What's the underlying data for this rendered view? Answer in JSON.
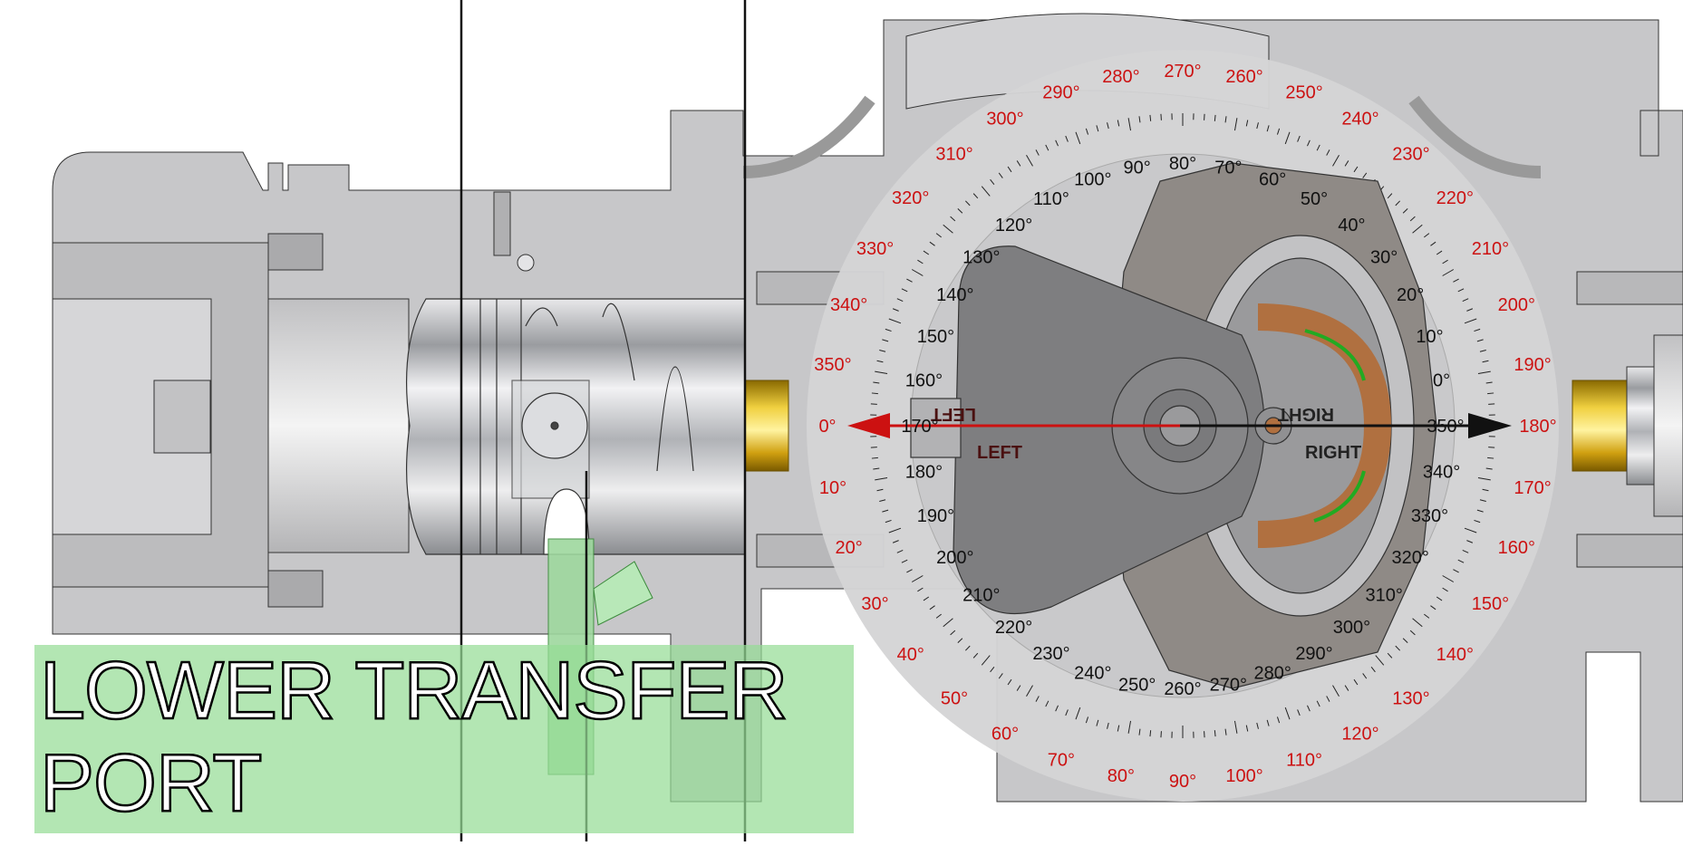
{
  "caption": {
    "line1": "LOWER TRANSFER",
    "line2": "PORT"
  },
  "dial": {
    "outer_labels": [
      "0°",
      "10°",
      "20°",
      "30°",
      "40°",
      "50°",
      "60°",
      "70°",
      "80°",
      "90°",
      "100°",
      "110°",
      "120°",
      "130°",
      "140°",
      "150°",
      "160°",
      "170°",
      "180°",
      "190°",
      "200°",
      "210°",
      "220°",
      "230°",
      "240°",
      "250°",
      "260°",
      "270°",
      "280°",
      "290°",
      "300°",
      "310°",
      "320°",
      "330°",
      "340°",
      "350°"
    ],
    "inner_labels": [
      "350°",
      "340°",
      "330°",
      "320°",
      "310°",
      "300°",
      "290°",
      "280°",
      "270°",
      "260°",
      "250°",
      "240°",
      "230°",
      "220°",
      "210°",
      "200°",
      "190°",
      "180°",
      "170°",
      "160°",
      "150°",
      "140°",
      "130°",
      "120°",
      "110°",
      "100°",
      "90°",
      "80°",
      "70°",
      "60°",
      "50°",
      "40°",
      "30°",
      "20°",
      "10°",
      "0°"
    ]
  },
  "arrows": {
    "left_label": "LEFT",
    "right_label": "RIGHT"
  },
  "colors": {
    "outer_scale": "#cc1111",
    "inner_scale": "#111111",
    "left_arrow": "#cc1111",
    "right_arrow": "#111111",
    "caption_bg": "#96dc96",
    "rotation_arrow": "#22aa22",
    "cam_track": "#b07040",
    "brass": "#e8c020"
  }
}
